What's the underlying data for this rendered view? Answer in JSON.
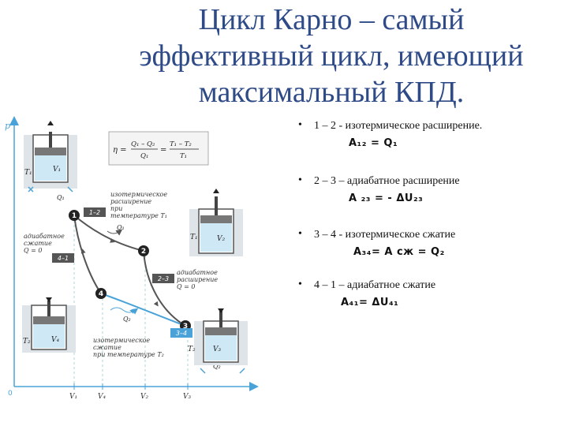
{
  "title": {
    "line1": "Цикл Карно – самый",
    "line2": "эффективный цикл, имеющий",
    "line3": "максимальный КПД."
  },
  "bullets": [
    {
      "text": "1 – 2 - изотермическое расширение.",
      "formula": "A₁₂ = Q₁"
    },
    {
      "text": "2 – 3 – адиабатное расширение",
      "formula": "A ₂₃ = - ΔU₂₃"
    },
    {
      "text": "3 – 4  - изотермическое  сжатие",
      "formula": "A₃₄= A сж = Q₂"
    },
    {
      "text": "4 – 1 – адиабатное сжатие",
      "formula": "A₄₁= ΔU₄₁"
    }
  ],
  "diagram": {
    "axis_p": "p",
    "axis_origin": "0",
    "v_ticks": [
      "V₁",
      "V₄",
      "V₂",
      "V₃"
    ],
    "efficiency_formula": "η = (Q₁ – Q₂)/Q₁ = (T₁ – T₂)/T₁",
    "eta": "η =",
    "q1_minus_q2": "Q₁ – Q₂",
    "q1_den": "Q₁",
    "t1_minus_t2": "T₁ – T₂",
    "t1_den": "T₁",
    "points": [
      "1",
      "2",
      "3",
      "4"
    ],
    "segments": [
      "1–2",
      "2–3",
      "3–4",
      "4–1"
    ],
    "labels": {
      "isothermal_expansion": [
        "изотермическое",
        "расширение",
        "при",
        "температуре T₁"
      ],
      "adiabatic_expansion": [
        "адиабатное",
        "расширение",
        "Q = 0"
      ],
      "adiabatic_compression": [
        "адиабатное",
        "сжатие",
        "Q = 0"
      ],
      "isothermal_compression": [
        "изотермическое",
        "сжатие",
        "при температуре T₂"
      ]
    },
    "heat": {
      "q1_in": "Q₁",
      "q1_curve": "Q₁",
      "q2_curve": "Q₂",
      "q2_out": "Q₂"
    },
    "cylinders": [
      {
        "t": "T₁",
        "v": "V₁"
      },
      {
        "t": "T₁",
        "v": "V₂"
      },
      {
        "t": "T₂",
        "v": "V₃"
      },
      {
        "t": "T₂",
        "v": "V₄"
      }
    ]
  },
  "colors": {
    "title": "#2e4a87",
    "cycle_hot": "#444444",
    "cycle_cold": "#4aa3d8",
    "cylinder_fill": "#cfe8f5"
  }
}
